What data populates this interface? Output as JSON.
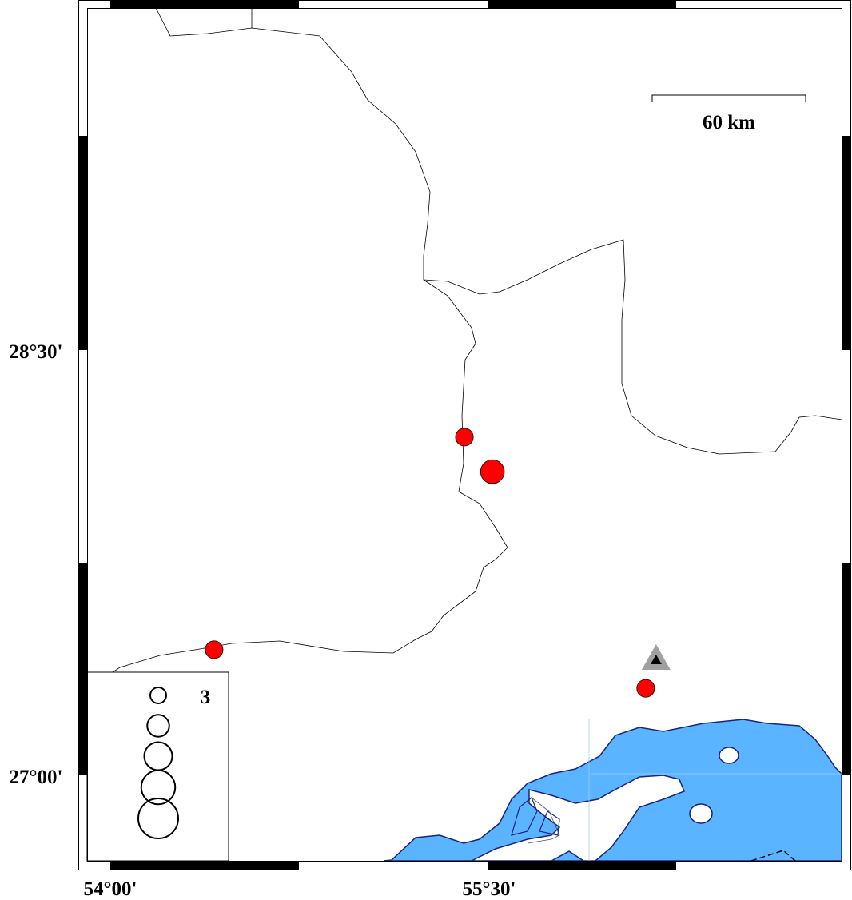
{
  "map": {
    "colors": {
      "water": "#5ab4ff",
      "coast": "#1a237e",
      "event": "#ff0000",
      "station_outer": "#a0a0a0",
      "station_inner": "#000000"
    },
    "axes": {
      "lat_labels": [
        {
          "value": 28.5,
          "text": "28°30'"
        },
        {
          "value": 27.0,
          "text": "27°00'"
        }
      ],
      "lon_labels": [
        {
          "value": 54.0,
          "text": "54°00'"
        },
        {
          "value": 55.5,
          "text": "55°30'"
        }
      ]
    },
    "scale_bar": {
      "label": "60 km",
      "length_km": 60
    },
    "events": [
      {
        "lon": 55.402,
        "lat": 28.193,
        "mag": 3.3
      },
      {
        "lon": 55.513,
        "lat": 28.071,
        "mag": 4.3
      },
      {
        "lon": 54.411,
        "lat": 27.443,
        "mag": 3.3
      },
      {
        "lon": 56.12,
        "lat": 27.307,
        "mag": 3.3
      }
    ],
    "station": {
      "lon": 56.161,
      "lat": 27.409
    },
    "legend": {
      "magnitudes": [
        3,
        4,
        5,
        6,
        7
      ],
      "label": "3"
    }
  }
}
